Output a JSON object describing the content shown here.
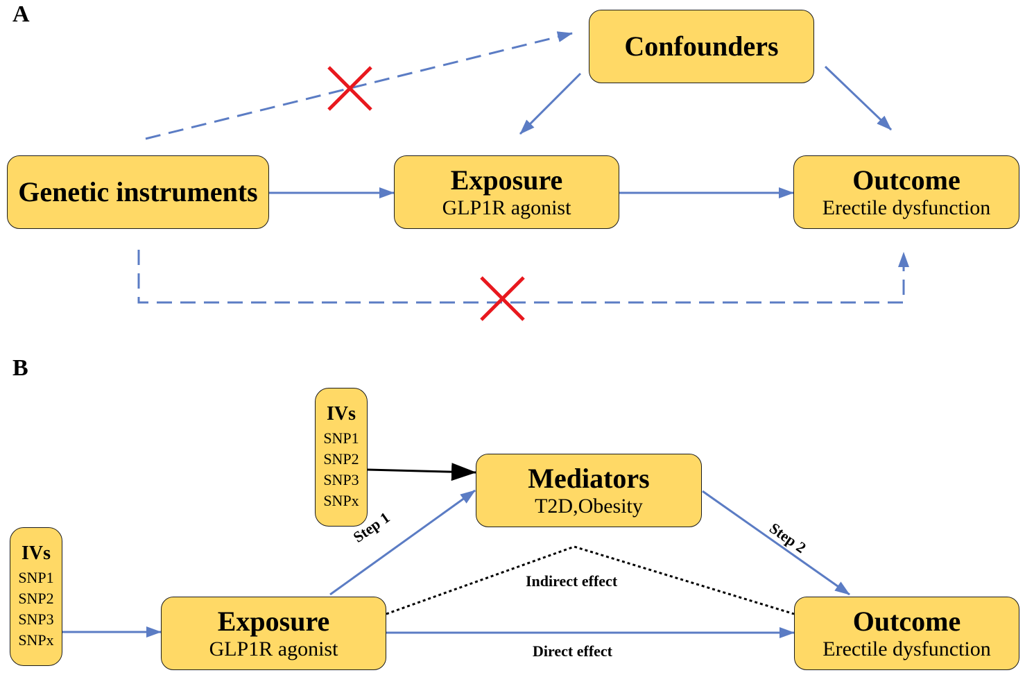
{
  "panels": {
    "a": "A",
    "b": "B"
  },
  "panel_a": {
    "confounders": "Confounders",
    "genetic": "Genetic instruments",
    "exposure": {
      "title": "Exposure",
      "sub": "GLP1R agonist"
    },
    "outcome": {
      "title": "Outcome",
      "sub": "Erectile dysfunction"
    }
  },
  "panel_b": {
    "ivs_top": {
      "title": "IVs",
      "snps": [
        "SNP1",
        "SNP2",
        "SNP3",
        "SNPx"
      ]
    },
    "ivs_left": {
      "title": "IVs",
      "snps": [
        "SNP1",
        "SNP2",
        "SNP3",
        "SNPx"
      ]
    },
    "mediators": {
      "title": "Mediators",
      "sub": "T2D,Obesity"
    },
    "exposure": {
      "title": "Exposure",
      "sub": "GLP1R agonist"
    },
    "outcome": {
      "title": "Outcome",
      "sub": "Erectile dysfunction"
    },
    "labels": {
      "step1": "Step 1",
      "step2": "Step 2",
      "indirect": "Indirect effect",
      "direct": "Direct effect"
    }
  },
  "colors": {
    "box_fill": "#FFD966",
    "arrow": "#5B7CC4",
    "cross": "#E8181E"
  }
}
